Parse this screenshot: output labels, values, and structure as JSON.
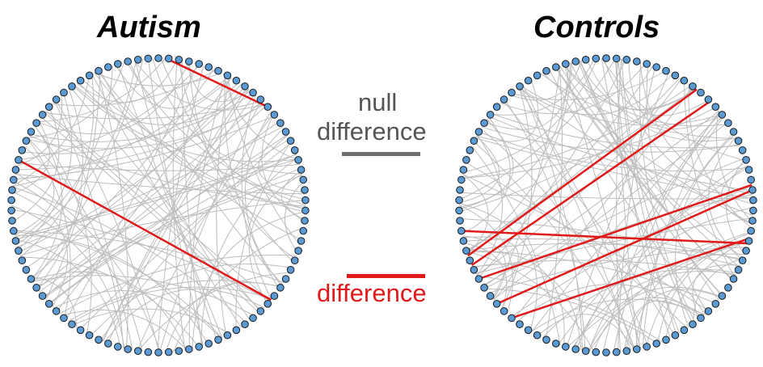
{
  "titles": {
    "left": "Autism",
    "right": "Controls"
  },
  "legend": {
    "null_line1": "null",
    "null_line2": "difference",
    "null_color": "#6e6e6e",
    "diff_label": "difference",
    "diff_color": "#e01a1a"
  },
  "colors": {
    "node_fill": "#5b9bd5",
    "node_stroke": "#1a1a1a",
    "edge": "#bdbdbd",
    "highlight": "#e01a1a"
  }
}
